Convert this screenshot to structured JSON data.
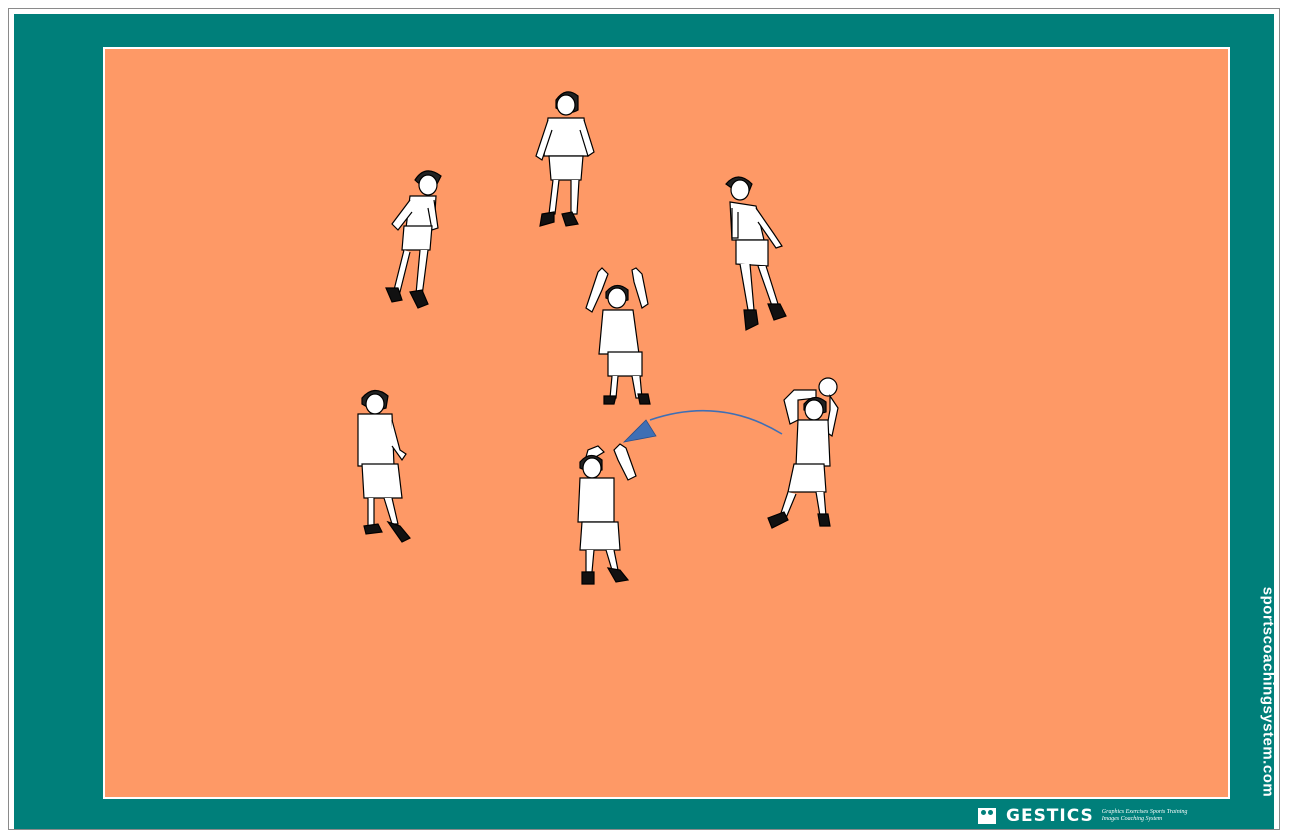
{
  "diagram": {
    "website_text": "sportscoachingsystem.com",
    "brand": {
      "name": "GESTICS",
      "tagline_line1": "Graphics Exercises Sports Training",
      "tagline_line2": "Images Coaching System"
    },
    "colors": {
      "surround": "#007f7a",
      "court": "#fe9966",
      "court_line": "#ffffff",
      "pass_arrow": "#3f6fb5",
      "player_kit": "#ffffff",
      "player_outline": "#000000"
    },
    "players": [
      {
        "id": "top-center",
        "pose": "standing"
      },
      {
        "id": "upper-left",
        "pose": "leaning"
      },
      {
        "id": "upper-right",
        "pose": "leaning"
      },
      {
        "id": "center",
        "pose": "setting-arms-up"
      },
      {
        "id": "left",
        "pose": "standing"
      },
      {
        "id": "bottom-center",
        "pose": "setting-arms-up"
      },
      {
        "id": "right",
        "pose": "overhead-throw-with-ball"
      }
    ],
    "pass": {
      "from": "right",
      "to": "bottom-center",
      "icon": "pass-arrow"
    }
  }
}
